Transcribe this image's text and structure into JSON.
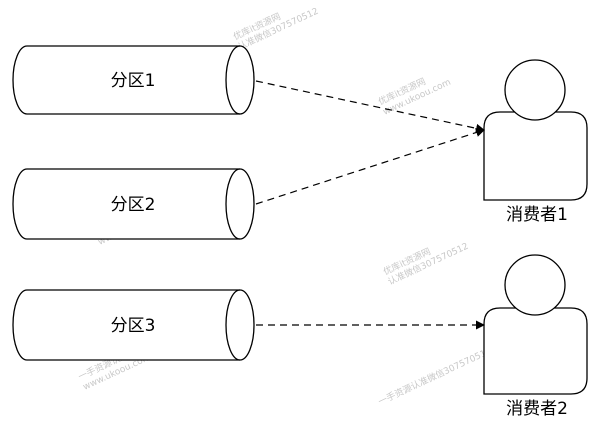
{
  "partitions": [
    {
      "label": "分区1"
    },
    {
      "label": "分区2"
    },
    {
      "label": "分区3"
    }
  ],
  "consumers": [
    {
      "label": "消费者1"
    },
    {
      "label": "消费者2"
    }
  ],
  "watermark": {
    "line1": "优库it资源网",
    "line2": "认准微信307570512",
    "line3": "一手资源认准微信307570512",
    "site": "www.ukoou.com"
  }
}
